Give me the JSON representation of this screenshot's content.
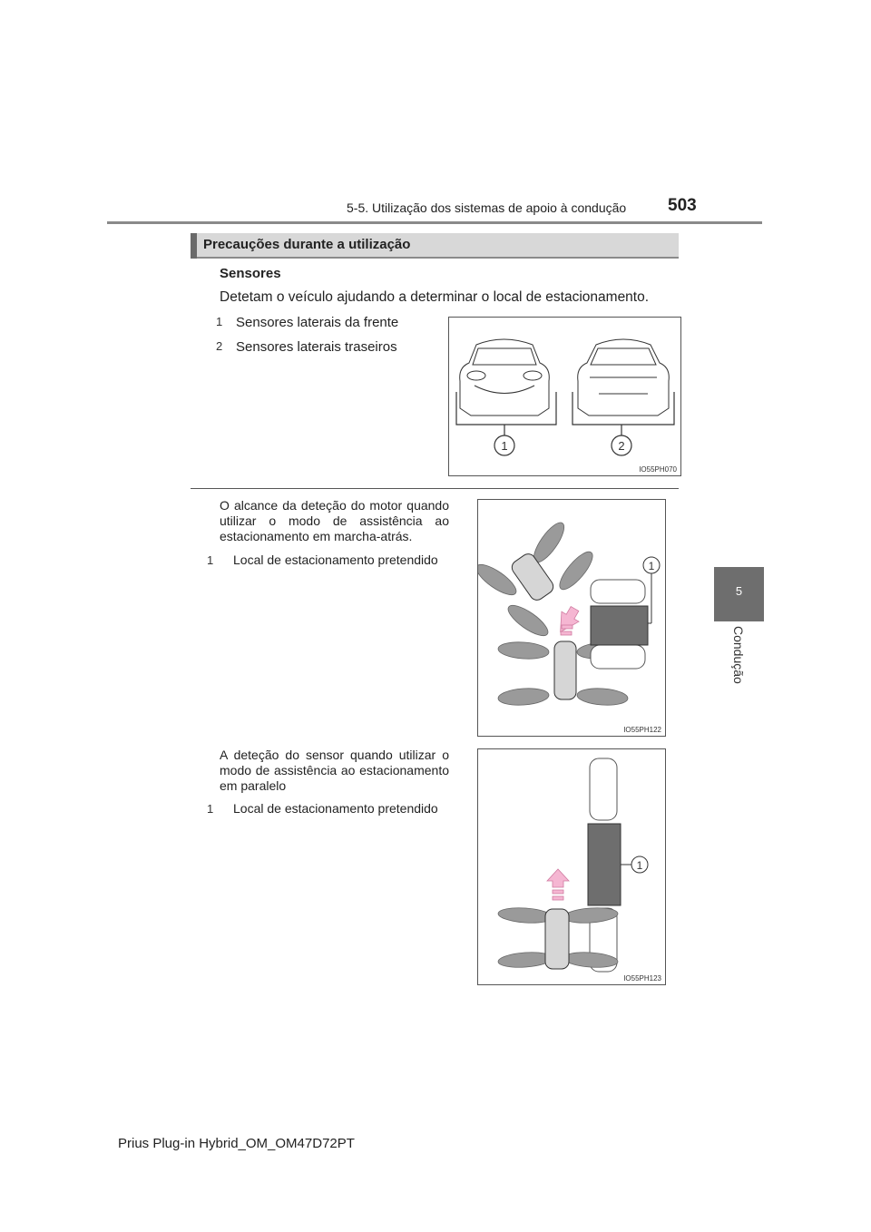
{
  "header": {
    "section": "5-5. Utilização dos sistemas de apoio à condução",
    "page_number": "503"
  },
  "side_tab": {
    "number": "5",
    "label": "Condução"
  },
  "section_title": "Precauções durante a utilização",
  "sensors": {
    "heading": "Sensores",
    "description": "Detetam o veículo ajudando a determinar o local de estacionamento.",
    "items": [
      {
        "num": "1",
        "label": "Sensores laterais da frente"
      },
      {
        "num": "2",
        "label": "Sensores laterais traseiros"
      }
    ]
  },
  "figure1": {
    "code": "IO55PH070",
    "callouts": [
      "1",
      "2"
    ]
  },
  "reverse": {
    "description": "O alcance da deteção do motor quando utilizar o modo de assistência ao estacionamento em marcha-atrás.",
    "item_num": "1",
    "item_label": "Local de estacionamento pretendido",
    "figure_code": "IO55PH122",
    "callout": "1"
  },
  "parallel": {
    "description": "A deteção do sensor quando utilizar o modo de assistência ao estacionamento em paralelo",
    "item_num": "1",
    "item_label": "Local de estacionamento pretendido",
    "figure_code": "IO55PH123",
    "callout": "1"
  },
  "footer": "Prius Plug-in Hybrid_OM_OM47D72PT"
}
